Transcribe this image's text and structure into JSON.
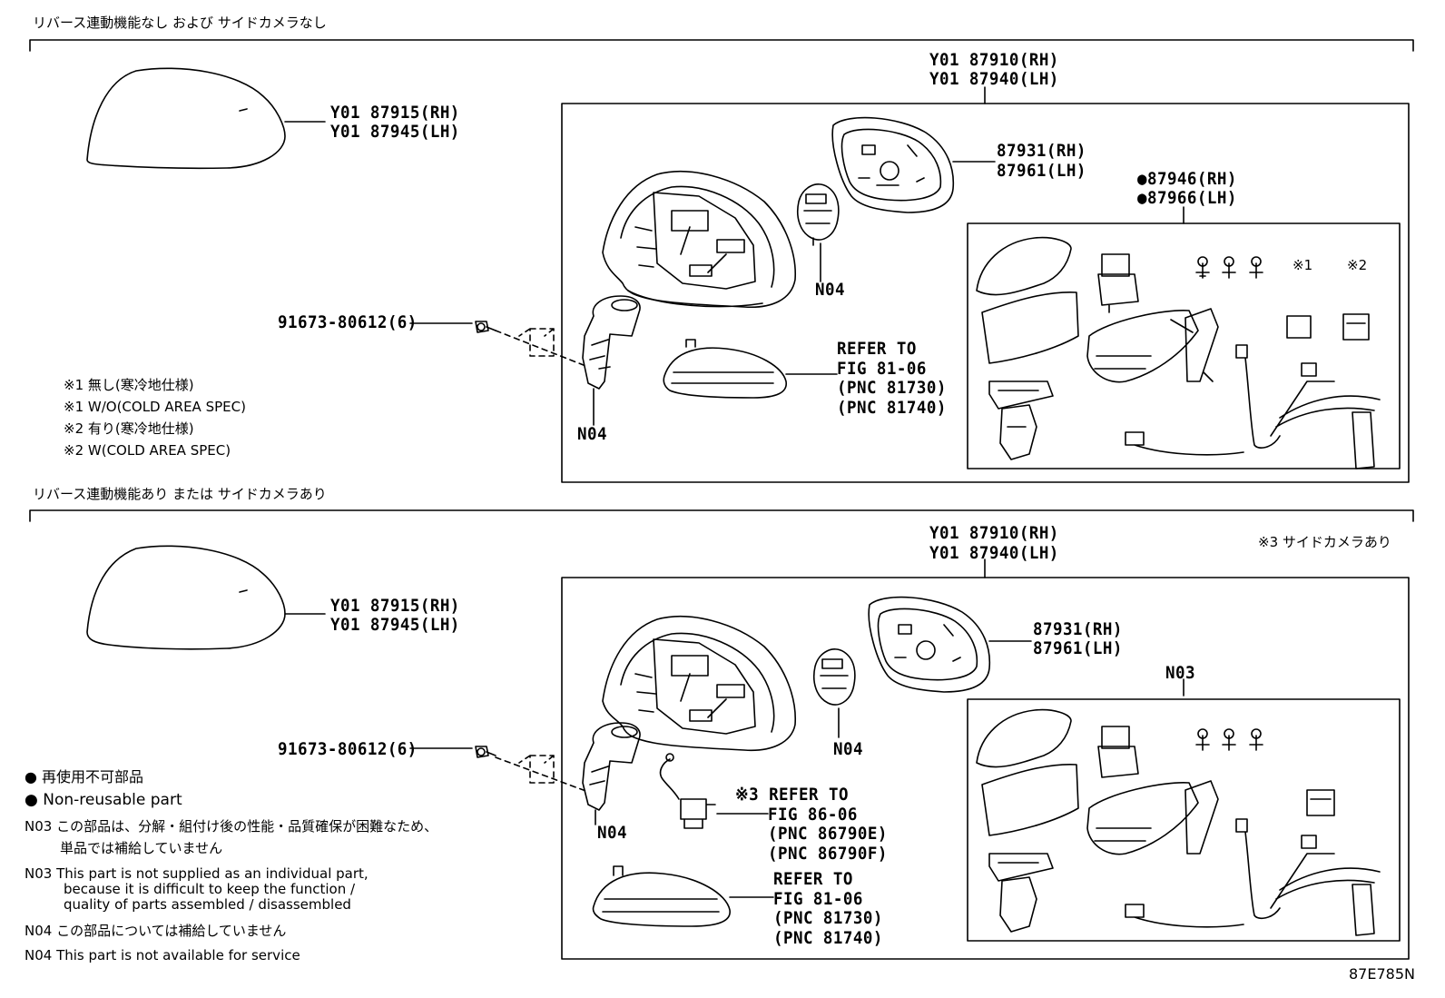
{
  "diagram_id": "87E785N",
  "sections": [
    {
      "title": "リバース連動機能なし および サイドカメラなし",
      "assembly": [
        "Y01 87910(RH)",
        "Y01 87940(LH)"
      ],
      "cover": [
        "Y01 87915(RH)",
        "Y01 87945(LH)"
      ],
      "mirror": [
        "87931(RH)",
        "87961(LH)"
      ],
      "kit": [
        "●87946(RH)",
        "●87966(LH)"
      ],
      "screw": "91673-80612(6)",
      "n04_actuator": "N04",
      "n04_bracket": "N04",
      "turn_signal_ref": [
        "REFER TO",
        "FIG 81-06",
        "(PNC 81730)",
        "(PNC 81740)"
      ],
      "mark1": "※1",
      "mark2": "※2",
      "notes": [
        "※1 無し(寒冷地仕様)",
        "※1 W/O(COLD AREA SPEC)",
        "※2 有り(寒冷地仕様)",
        "※2 W(COLD AREA SPEC)"
      ]
    },
    {
      "title": "リバース連動機能あり または サイドカメラあり",
      "assembly": [
        "Y01 87910(RH)",
        "Y01 87940(LH)"
      ],
      "cover": [
        "Y01 87915(RH)",
        "Y01 87945(LH)"
      ],
      "mirror": [
        "87931(RH)",
        "87961(LH)"
      ],
      "kit": "N03",
      "screw": "91673-80612(6)",
      "n04_actuator": "N04",
      "n04_bracket": "N04",
      "camera_note": "※3 サイドカメラあり",
      "camera_ref": [
        "※3 REFER TO",
        "FIG 86-06",
        "(PNC 86790E)",
        "(PNC 86790F)"
      ],
      "turn_signal_ref": [
        "REFER TO",
        "FIG 81-06",
        "(PNC 81730)",
        "(PNC 81740)"
      ]
    }
  ],
  "legend": {
    "nonreusable_jp": "● 再使用不可部品",
    "nonreusable_en": "● Non-reusable part",
    "n03_jp": [
      "N03 この部品は、分解・組付け後の性能・品質確保が困難なため、",
      "単品では補給していません"
    ],
    "n03_en": [
      "N03 This part is not supplied as an individual part,",
      "because it is difficult to keep the function /",
      "quality of parts assembled / disassembled"
    ],
    "n04_jp": "N04 この部品については補給していません",
    "n04_en": "N04 This part is not available for service"
  }
}
